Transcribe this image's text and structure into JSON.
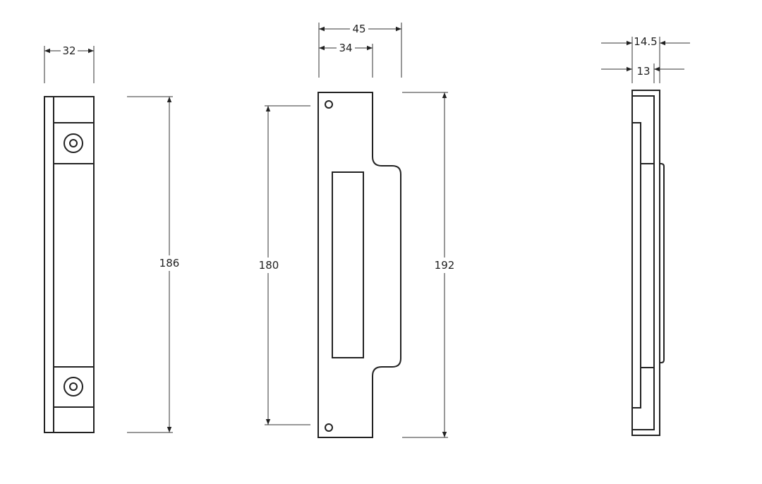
{
  "dimensions": {
    "front_width": "32",
    "front_height": "186",
    "plate_width_total": "45",
    "plate_width_body": "34",
    "hole_spacing": "180",
    "plate_height": "192",
    "side_depth_total": "14.5",
    "side_depth_body": "13"
  }
}
